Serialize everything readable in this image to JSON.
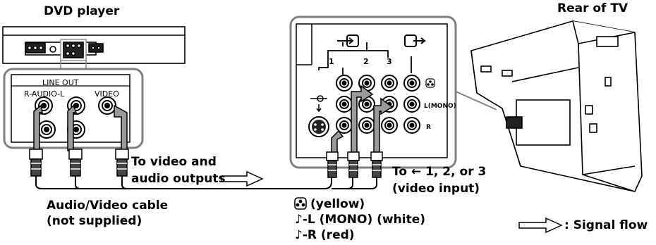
{
  "labels": {
    "dvd_player": "DVD player",
    "rear_of_tv": "Rear of TV",
    "line_out": "LINE  OUT",
    "r_audio_l": "R-AUDIO-L",
    "video": "VIDEO",
    "to_video_audio_1": "To video and",
    "to_video_audio_2": "audio outputs",
    "to_input_1": "To ← 1, 2, or 3",
    "to_input_2": "(video input)",
    "cable_1": "Audio/Video cable",
    "cable_2": "(not supplied)",
    "legend_yellow": "(yellow)",
    "legend_white": "♪-L (MONO) (white)",
    "legend_red": "♪-R (red)",
    "signal_flow": ": Signal flow",
    "panel_num_1": "1",
    "panel_num_2": "2",
    "panel_num_3": "3",
    "panel_l_mono": "L(MONO)",
    "panel_r": "R"
  },
  "icons": {
    "video_in": "video-input-icon",
    "video_out": "video-output-icon",
    "s_video": "s-video-icon",
    "composite": "composite-video-icon",
    "audio": "audio-note-icon",
    "signal_arrow": "signal-flow-arrow-icon"
  },
  "colors": {
    "line": "#000000",
    "arrow_fill": "#9a9a9a",
    "panel_stroke": "#808080",
    "plug": "#444444"
  }
}
